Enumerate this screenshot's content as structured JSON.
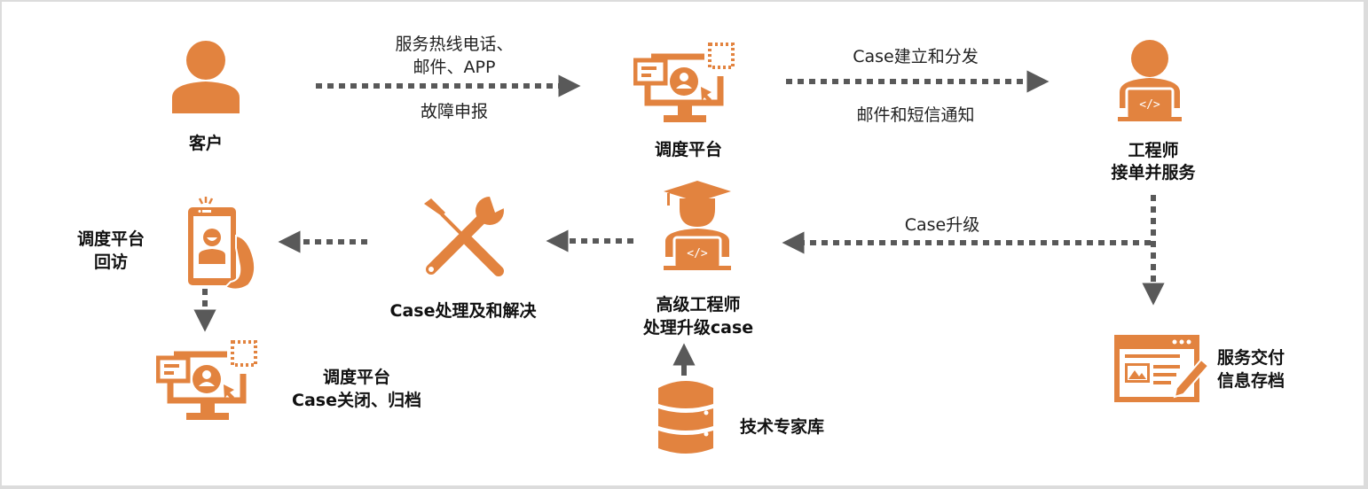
{
  "colors": {
    "accent": "#e2833f",
    "arrow": "#595959",
    "text": "#111111",
    "background": "#ffffff"
  },
  "nodes": {
    "customer": {
      "label": "客户",
      "icon": "user-icon"
    },
    "dispatch": {
      "label": "调度平台",
      "icon": "monitor-user-icon"
    },
    "engineer": {
      "line1": "工程师",
      "line2": "接单并服务",
      "icon": "developer-laptop-icon"
    },
    "archive": {
      "line1": "服务交付",
      "line2": "信息存档",
      "icon": "document-edit-icon"
    },
    "senior": {
      "line1": "高级工程师",
      "line2": "处理升级case",
      "icon": "graduate-developer-icon"
    },
    "expert_db": {
      "label": "技术专家库",
      "icon": "database-icon"
    },
    "resolve": {
      "label": "Case处理及和解决",
      "icon": "tools-icon"
    },
    "followup": {
      "line1": "调度平台",
      "line2": "回访",
      "icon": "phone-call-icon"
    },
    "close": {
      "line1": "调度平台",
      "line2": "Case关闭、归档",
      "icon": "monitor-user-icon"
    }
  },
  "edges": {
    "report": {
      "above_line1": "服务热线电话、",
      "above_line2": "邮件、APP",
      "below": "故障申报"
    },
    "dispatch": {
      "above": "Case建立和分发",
      "below": "邮件和短信通知"
    },
    "escalate": {
      "above": "Case升级"
    }
  }
}
